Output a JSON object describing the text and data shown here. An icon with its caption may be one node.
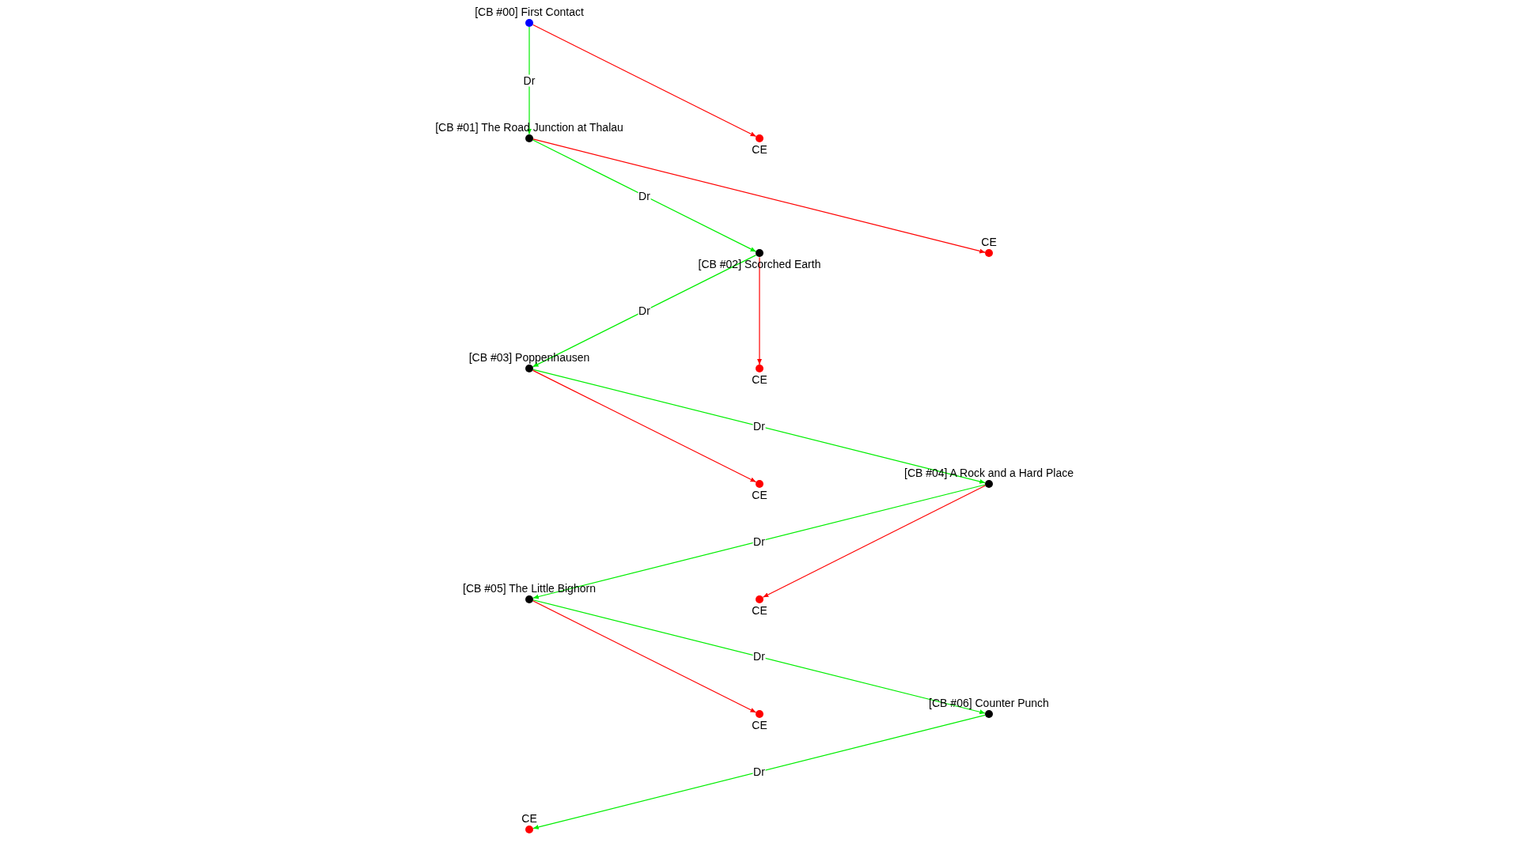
{
  "diagram": {
    "nodes": [
      {
        "text": [],
        "shape": "circle",
        "beside": [
          "[CB #00] First Contact"
        ]
      },
      {
        "text": [],
        "shape": "circle",
        "beside": [
          "[CB #01] The Road Junction at Thalau"
        ]
      },
      {
        "text": [],
        "shape": "circle",
        "beside": [
          "CE"
        ]
      },
      {
        "text": [],
        "shape": "circle",
        "beside": [
          "[CB #02] Scorched Earth"
        ]
      },
      {
        "text": [],
        "shape": "circle",
        "beside": [
          "CE"
        ]
      },
      {
        "text": [],
        "shape": "circle",
        "beside": [
          "[CB #03] Poppenhausen"
        ]
      },
      {
        "text": [],
        "shape": "circle",
        "beside": [
          "CE"
        ]
      },
      {
        "text": [],
        "shape": "circle",
        "beside": [
          "[CB #04] A Rock and a Hard Place"
        ]
      },
      {
        "text": [],
        "shape": "circle",
        "beside": [
          "CE"
        ]
      },
      {
        "text": [],
        "shape": "circle",
        "beside": [
          "[CB #05] The Little Bighorn"
        ]
      },
      {
        "text": [],
        "shape": "circle",
        "beside": [
          "CE"
        ]
      },
      {
        "text": [],
        "shape": "circle",
        "beside": [
          "[CB #06] Counter Punch"
        ]
      },
      {
        "text": [],
        "shape": "circle",
        "beside": [
          "CE"
        ]
      },
      {
        "text": [],
        "shape": "circle",
        "beside": [
          "CE"
        ]
      }
    ],
    "edges": [
      {
        "from": 0,
        "to": 1,
        "arrow": "to",
        "label": "Dr"
      },
      {
        "from": 0,
        "to": 2,
        "arrow": "to",
        "color": "#ff0000"
      },
      {
        "from": 1,
        "to": 3,
        "arrow": "to",
        "label": "Dr"
      },
      {
        "from": 1,
        "to": 4,
        "arrow": "to",
        "color": "#ff0000"
      },
      {
        "from": 3,
        "to": 5,
        "arrow": "to",
        "label": "Dr"
      },
      {
        "from": 3,
        "to": 6,
        "arrow": "to",
        "color": "#ff0000"
      },
      {
        "from": 5,
        "to": 7,
        "arrow": "to",
        "label": "Dr"
      },
      {
        "from": 5,
        "to": 8,
        "arrow": "to",
        "color": "#ff0000"
      },
      {
        "from": 7,
        "to": 9,
        "arrow": "to",
        "label": "Dr"
      },
      {
        "from": 7,
        "to": 10,
        "arrow": "to",
        "color": "#ff0000"
      },
      {
        "from": 9,
        "to": 11,
        "arrow": "to",
        "label": "Dr"
      },
      {
        "from": 9,
        "to": 12,
        "arrow": "to",
        "color": "#ff0000"
      },
      {
        "from": 11,
        "to": 13,
        "arrow": "to",
        "label": "Dr"
      }
    ]
  }
}
